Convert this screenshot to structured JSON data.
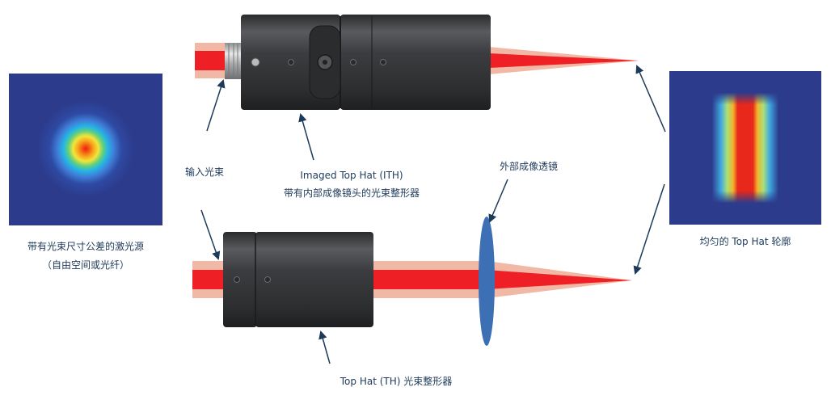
{
  "labels": {
    "input_beam": "输入光束",
    "ith_title": "Imaged Top Hat (ITH)",
    "ith_desc": "带有内部成像镜头的光束整形器",
    "external_lens": "外部成像透镜",
    "laser_source_line1": "带有光束尺寸公差的激光源",
    "laser_source_line2": "（自由空间或光纤）",
    "top_hat_profile": "均匀的 Top Hat 轮廓",
    "th_title": "Top Hat (TH) 光束整形器"
  },
  "colors": {
    "beam_core": "#ee2026",
    "beam_halo": "#f2b8a6",
    "device_body": "#3a3b3d",
    "lens": "#3d6fb5",
    "arrow": "#1e3a5a",
    "profile_bg": "#2c3b8c"
  },
  "icons": {
    "gaussian_profile": "gaussian-beam-profile-image",
    "tophat_profile": "tophat-beam-profile-image"
  }
}
